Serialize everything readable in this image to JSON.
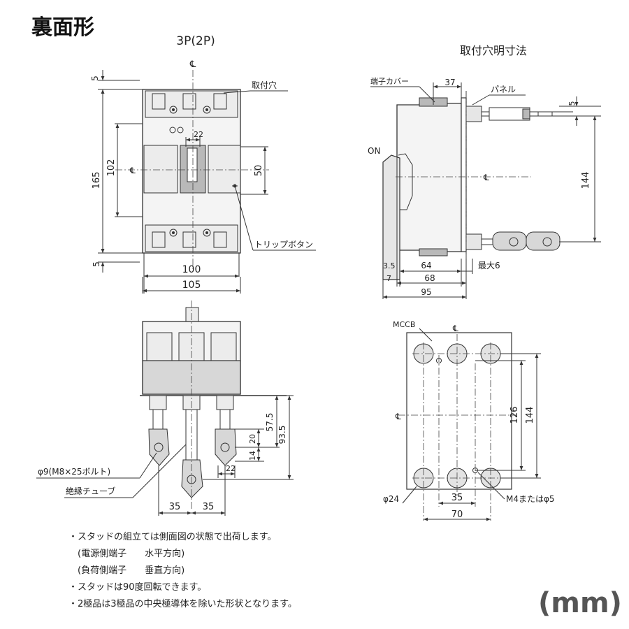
{
  "page": {
    "title": "裏面形",
    "unit": "(mm)"
  },
  "front_view": {
    "title": "3P(2P)",
    "center_mark": "℄",
    "labels": {
      "mount_hole": "取付穴",
      "trip_button": "トリップボタン"
    },
    "dims": {
      "top_margin": "5",
      "bottom_margin": "5",
      "height_total": "165",
      "height_inner": "102",
      "width_22": "22",
      "height_50": "50",
      "width_100": "100",
      "width_105": "105"
    }
  },
  "panel_cutout": {
    "title": "取付穴明寸法",
    "center_mark": "℄",
    "labels": {
      "terminal_cover": "端子カバー",
      "panel": "パネル",
      "on": "ON",
      "max6": "最大6"
    },
    "dims": {
      "d37": "37",
      "d5": "5",
      "d144": "144",
      "d3_5": "3.5",
      "d64": "64",
      "d7": "7",
      "d68": "68",
      "d95": "95"
    }
  },
  "side_view": {
    "labels": {
      "bolt": "φ9(M8×25ボルト)",
      "tube": "絶縁チューブ"
    },
    "dims": {
      "d57_5": "57.5",
      "d93_5": "93.5",
      "d20": "20",
      "d14": "14",
      "d22": "22",
      "d35a": "35",
      "d35b": "35"
    }
  },
  "drill_plan": {
    "center_mark": "℄",
    "labels": {
      "mccb": "MCCB",
      "phi24": "φ24",
      "m4": "M4またはφ5"
    },
    "dims": {
      "d126": "126",
      "d144": "144",
      "d35": "35",
      "d70": "70"
    }
  },
  "notes": [
    "・スタッドの組立ては側面図の状態で出荷します。",
    "　(電源側端子　　水平方向)",
    "　(負荷側端子　　垂直方向)",
    "・スタッドは90度回転できます。",
    "・2極品は3極品の中央極導体を除いた形状となります。"
  ]
}
